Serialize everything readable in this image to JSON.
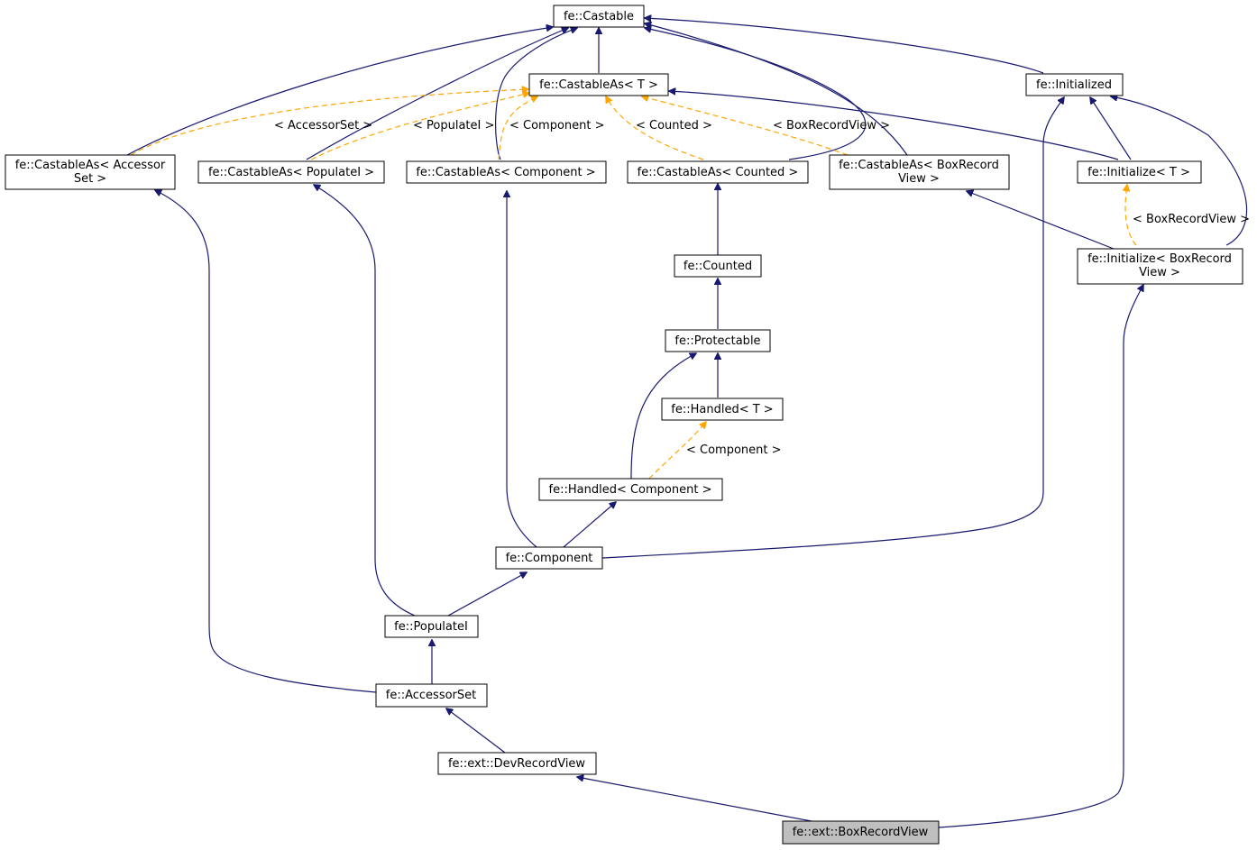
{
  "colors": {
    "inheritance_edge": "#191970",
    "template_edge": "#ffa500",
    "node_border": "#000000",
    "node_fill": "#ffffff",
    "current_node_fill": "#bfbfbf"
  },
  "nodes": {
    "castable": {
      "lines": [
        "fe::Castable"
      ]
    },
    "castable_as_t": {
      "lines": [
        "fe::CastableAs< T >"
      ]
    },
    "initialized": {
      "lines": [
        "fe::Initialized"
      ]
    },
    "castable_as_accessorset": {
      "lines": [
        "fe::CastableAs< Accessor",
        "Set >"
      ]
    },
    "castable_as_populatei": {
      "lines": [
        "fe::CastableAs< PopulateI >"
      ]
    },
    "castable_as_component": {
      "lines": [
        "fe::CastableAs< Component >"
      ]
    },
    "castable_as_counted": {
      "lines": [
        "fe::CastableAs< Counted >"
      ]
    },
    "castable_as_boxrecordview": {
      "lines": [
        "fe::CastableAs< BoxRecord",
        "View >"
      ]
    },
    "initialize_t": {
      "lines": [
        "fe::Initialize< T >"
      ]
    },
    "initialize_boxrecordview": {
      "lines": [
        "fe::Initialize< BoxRecord",
        "View >"
      ]
    },
    "counted": {
      "lines": [
        "fe::Counted"
      ]
    },
    "protectable": {
      "lines": [
        "fe::Protectable"
      ]
    },
    "handled_t": {
      "lines": [
        "fe::Handled< T >"
      ]
    },
    "handled_component": {
      "lines": [
        "fe::Handled< Component >"
      ]
    },
    "component": {
      "lines": [
        "fe::Component"
      ]
    },
    "populatei": {
      "lines": [
        "fe::PopulateI"
      ]
    },
    "accessorset": {
      "lines": [
        "fe::AccessorSet"
      ]
    },
    "devrecordview": {
      "lines": [
        "fe::ext::DevRecordView"
      ]
    },
    "boxrecordview": {
      "lines": [
        "fe::ext::BoxRecordView"
      ]
    }
  },
  "edge_labels": {
    "accessorset": "< AccessorSet >",
    "populatei": "< PopulateI >",
    "component": "< Component >",
    "counted": "< Counted >",
    "boxrecordview": "< BoxRecordView >",
    "initialize_boxrecordview": "< BoxRecordView >",
    "handled_component": "< Component >"
  }
}
